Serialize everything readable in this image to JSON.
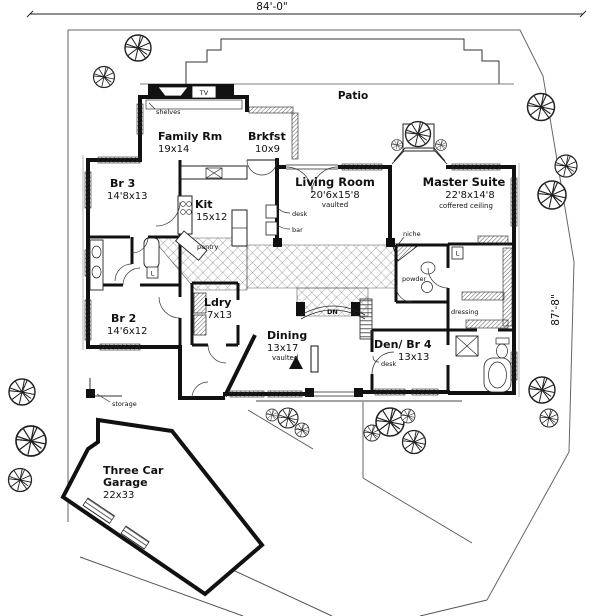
{
  "plan": {
    "dimensions": {
      "width": "84'-0\"",
      "height": "87'-8\""
    },
    "areas": {
      "patio": "Patio"
    },
    "rooms": {
      "family": {
        "name": "Family Rm",
        "size": "19x14"
      },
      "brkfst": {
        "name": "Brkfst",
        "size": "10x9"
      },
      "br3": {
        "name": "Br 3",
        "size": "14'8x13"
      },
      "kit": {
        "name": "Kit",
        "size": "15x12"
      },
      "living": {
        "name": "Living Room",
        "size": "20'6x15'8",
        "feature": "vaulted"
      },
      "master": {
        "name": "Master Suite",
        "size": "22'8x14'8",
        "feature": "coffered ceiling"
      },
      "br2": {
        "name": "Br 2",
        "size": "14'6x12"
      },
      "ldry": {
        "name": "Ldry",
        "size": "7x13"
      },
      "dining": {
        "name": "Dining",
        "size": "13x17",
        "feature": "vaulted"
      },
      "den": {
        "name": "Den/ Br 4",
        "size": "13x13"
      },
      "garage": {
        "name_line1": "Three Car",
        "name_line2": "Garage",
        "size": "22x33"
      }
    },
    "labels": {
      "shelves": "shelves",
      "tv": "TV",
      "pantry": "pantry",
      "desk_living": "desk",
      "bar": "bar",
      "niche": "niche",
      "powder": "powder",
      "dressing": "dressing",
      "down": "DN",
      "desk_den": "desk",
      "storage": "storage",
      "linen_bath": "L",
      "linen_master": "L"
    }
  },
  "colors": {
    "ink": "#111111",
    "paper": "#ffffff"
  }
}
